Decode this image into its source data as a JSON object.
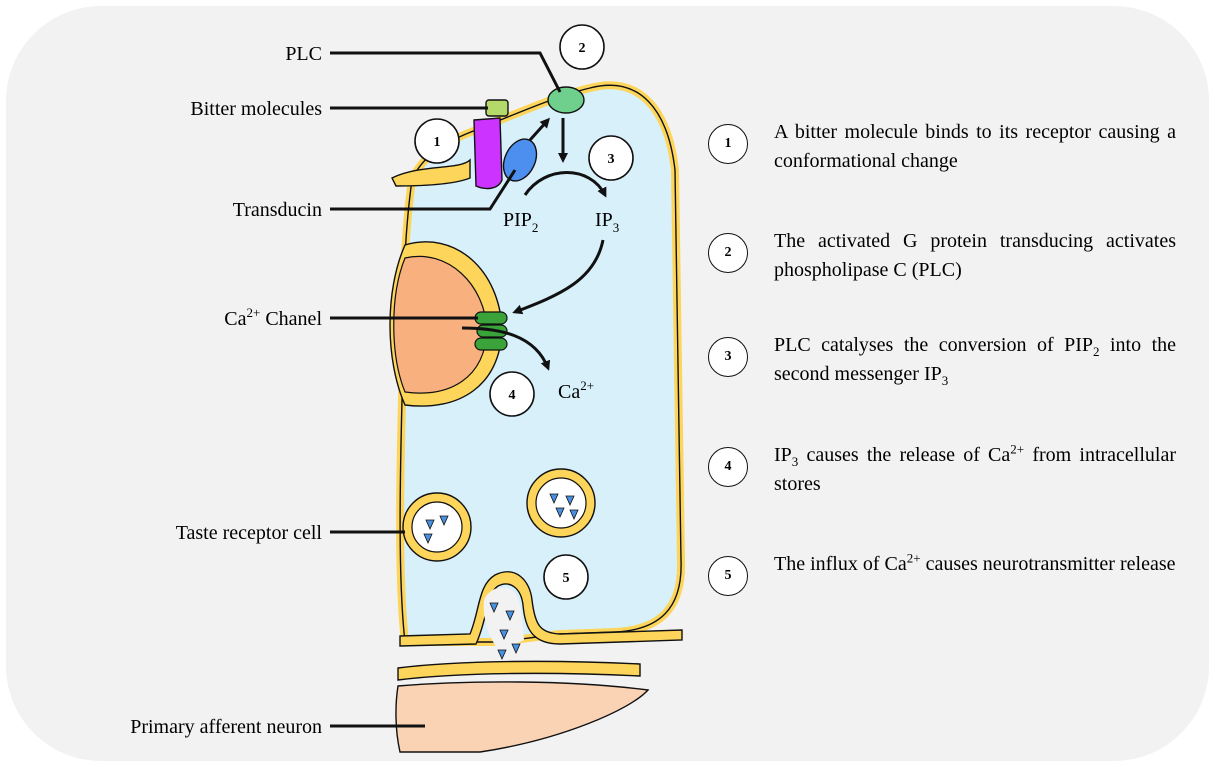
{
  "labels": {
    "plc": "PLC",
    "bitter_molecules": "Bitter molecules",
    "transducin": "Transducin",
    "ca_channel": {
      "prefix": "Ca",
      "sup": "2+",
      "suffix": " Chanel"
    },
    "taste_receptor_cell": "Taste receptor cell",
    "primary_afferent_neuron": "Primary afferent neuron",
    "pip2": {
      "base": "PIP",
      "sub": "2"
    },
    "ip3": {
      "base": "IP",
      "sub": "3"
    },
    "ca_ion": {
      "base": "Ca",
      "sup": "2+"
    }
  },
  "diagram_markers": [
    "1",
    "2",
    "3",
    "4",
    "5"
  ],
  "steps": [
    {
      "number": "1",
      "text": "A bitter molecule binds to its receptor causing a conformational change"
    },
    {
      "number": "2",
      "text": "The activated G protein transducing activates phospholipase C (PLC)"
    },
    {
      "number": "3",
      "text_parts": [
        "PLC catalyses the conversion of PIP",
        "2",
        " into the second messenger IP",
        "3"
      ]
    },
    {
      "number": "4",
      "text_parts": [
        "IP",
        "3",
        " causes the release of Ca",
        "2+",
        " from intracellular stores"
      ]
    },
    {
      "number": "5",
      "text_parts": [
        "The influx of Ca",
        "2+",
        " causes neurotransmitter release"
      ]
    }
  ],
  "colors": {
    "background_panel": "#f2f2f2",
    "cytoplasm": "#d8f0fa",
    "membrane": "#fdd55a",
    "receptor": "#cc33ff",
    "bitter_molecule": "#b5d86b",
    "transducin": "#4d8fef",
    "plc": "#6fcf8c",
    "ca_channel": "#3aa33a",
    "organelle": "#f9b07f",
    "neuron": "#fad2b4",
    "vesicle_content": "#4a8fe0",
    "vesicle_space": "#dff3fb"
  }
}
